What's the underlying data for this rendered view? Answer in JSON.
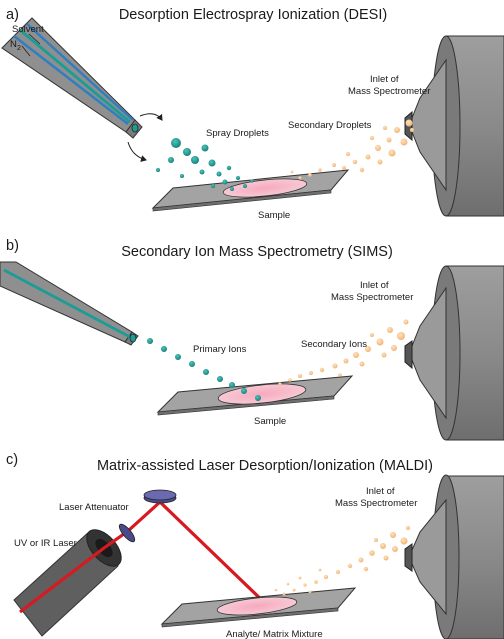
{
  "panels": [
    {
      "letter": "a)",
      "title": "Desorption Electrospray Ionization (DESI)",
      "labels": {
        "solvent": "Solvent",
        "n2": "N",
        "n2_sub": "2",
        "spray": "Spray Droplets",
        "secondary": "Secondary Droplets",
        "inlet_1": "Inlet of",
        "inlet_2": "Mass Spectrometer",
        "sample": "Sample"
      }
    },
    {
      "letter": "b)",
      "title": "Secondary Ion Mass Spectrometry (SIMS)",
      "labels": {
        "primary": "Primary Ions",
        "secondary": "Secondary Ions",
        "inlet_1": "Inlet of",
        "inlet_2": "Mass Spectrometer",
        "sample": "Sample"
      }
    },
    {
      "letter": "c)",
      "title": "Matrix-assisted Laser Desorption/Ionization (MALDI)",
      "labels": {
        "attenuator": "Laser Attenuator",
        "laser": "UV or IR Laser",
        "inlet_1": "Inlet of",
        "inlet_2": "Mass Spectrometer",
        "sample": "Analyte/ Matrix Mixture"
      }
    }
  ],
  "colors": {
    "teal": "#1a9d96",
    "orange": "#f6c592",
    "pink": "#f3b9c7",
    "gray": "#888888",
    "plate": "#a6a6a6",
    "laser": "#d71920"
  }
}
